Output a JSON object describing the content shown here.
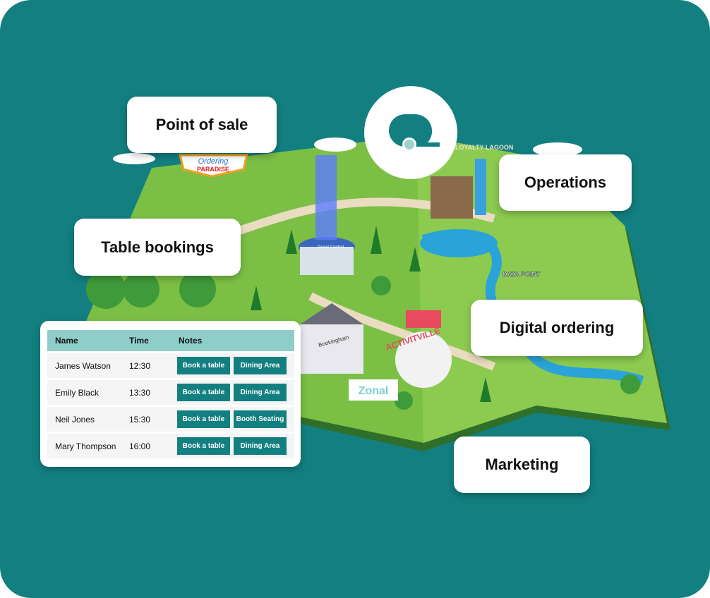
{
  "labels": {
    "point_of_sale": "Point of sale",
    "operations": "Operations",
    "table_bookings": "Table bookings",
    "digital_ordering": "Digital ordering",
    "marketing": "Marketing"
  },
  "map_signs": {
    "ordering": "Ordering",
    "paradise": "PARADISE",
    "loyalty_lagoon": "LOYALTY LAGOON",
    "data_point": "DATA POINT",
    "activitville": "ACTIVITVILLE",
    "zonal": "Zonal",
    "bookingham": "Bookingham",
    "guest_central": "Guest Central"
  },
  "table": {
    "headers": [
      "Name",
      "Time",
      "Notes"
    ],
    "rows": [
      {
        "name": "James Watson",
        "time": "12:30",
        "action": "Book a table",
        "area": "Dining Area"
      },
      {
        "name": "Emily Black",
        "time": "13:30",
        "action": "Book a table",
        "area": "Dining Area"
      },
      {
        "name": "Neil Jones",
        "time": "15:30",
        "action": "Book a table",
        "area": "Booth Seating"
      },
      {
        "name": "Mary Thompson",
        "time": "16:00",
        "action": "Book a table",
        "area": "Dining Area"
      }
    ]
  },
  "colors": {
    "background": "#137f80",
    "header": "#8fcdc9",
    "button": "#137f80",
    "grass": "#7cbf45"
  }
}
